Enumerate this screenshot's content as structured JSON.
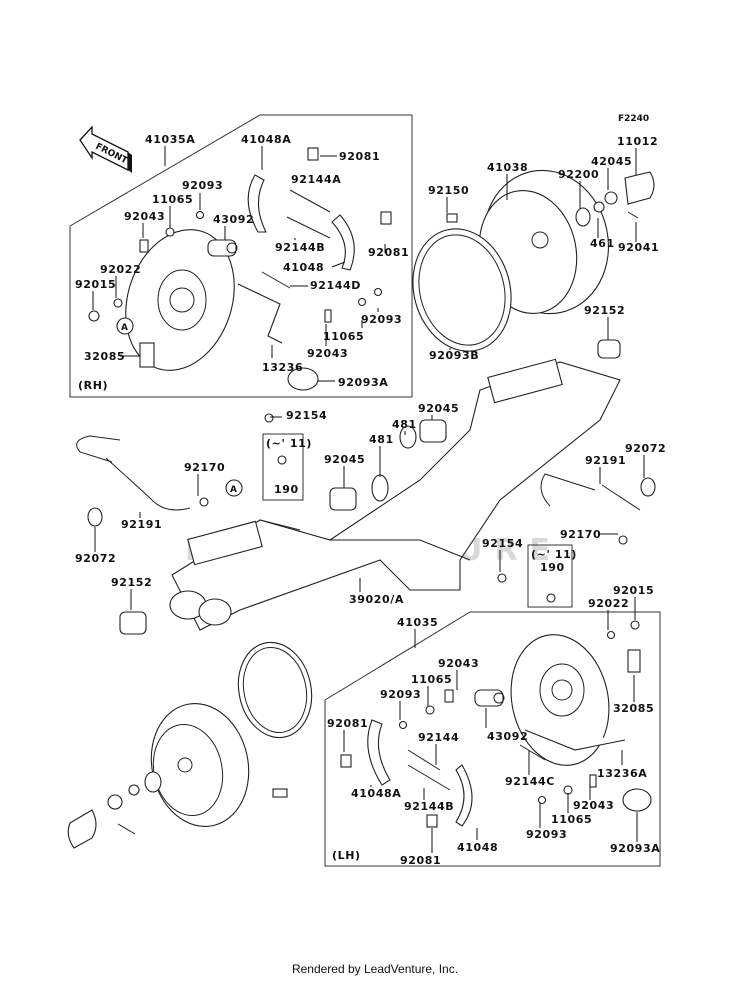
{
  "diagram": {
    "ref_code": "F2240",
    "front_arrow_label": "FRONT",
    "footer": "Rendered by LeadVenture, Inc.",
    "watermark": "LEADVENTURE",
    "rh_group": {
      "assembly_label": "41035A",
      "side_label": "(RH)",
      "callout": "A",
      "labels": [
        "41048A",
        "92081",
        "92144A",
        "92093",
        "11065",
        "92043",
        "43092",
        "92144B",
        "92081",
        "41048",
        "92022",
        "92015",
        "92144D",
        "92093",
        "11065",
        "92043",
        "32085",
        "13236",
        "92093A"
      ]
    },
    "lh_group": {
      "assembly_label": "41035",
      "side_label": "(LH)",
      "labels": [
        "92015",
        "92022",
        "32085",
        "92043",
        "11065",
        "92093",
        "92081",
        "43092",
        "92144",
        "41048A",
        "92144C",
        "13236A",
        "92144B",
        "92043",
        "11065",
        "92093",
        "41048",
        "92081",
        "92093A"
      ]
    },
    "rh_drum": {
      "labels": [
        "41038",
        "92150",
        "92200",
        "42045",
        "11012",
        "461",
        "92041",
        "92093B",
        "92152"
      ]
    },
    "lh_drum": {
      "labels": [
        "92093B",
        "41038",
        "461",
        "42045",
        "92200",
        "92150",
        "11012",
        "92041"
      ]
    },
    "center": {
      "labels": [
        "92154",
        "92045",
        "481",
        "481",
        "92045",
        "92170",
        "92191",
        "92072",
        "92191",
        "92072",
        "92170",
        "92154",
        "92152",
        "39020/A"
      ],
      "callout": "A",
      "variant_note_1": {
        "range": "(~' 11)",
        "part": "190"
      },
      "variant_note_2": {
        "range": "(~' 11)",
        "part": "190"
      }
    }
  }
}
